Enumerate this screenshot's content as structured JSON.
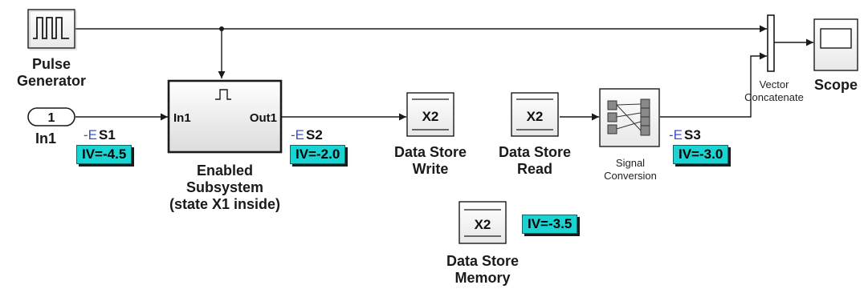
{
  "blocks": {
    "pulse_generator": {
      "label_line1": "Pulse",
      "label_line2": "Generator"
    },
    "in1": {
      "port_number": "1",
      "label": "In1"
    },
    "enabled_subsystem": {
      "port_in": "In1",
      "port_out": "Out1",
      "label_line1": "Enabled",
      "label_line2": "Subsystem",
      "label_line3": "(state X1 inside)"
    },
    "ds_write": {
      "variable": "X2",
      "label_line1": "Data Store",
      "label_line2": "Write"
    },
    "ds_read": {
      "variable": "X2",
      "label_line1": "Data Store",
      "label_line2": "Read"
    },
    "ds_memory": {
      "variable": "X2",
      "label_line1": "Data Store",
      "label_line2": "Memory",
      "iv": "IV=-3.5"
    },
    "signal_conversion": {
      "label_line1": "Signal",
      "label_line2": "Conversion"
    },
    "vector_concatenate": {
      "label_line1": "Vector",
      "label_line2": "Concatenate"
    },
    "scope": {
      "label": "Scope"
    }
  },
  "signals": {
    "s1": {
      "name": "S1",
      "iv": "IV=-4.5"
    },
    "s2": {
      "name": "S2",
      "iv": "IV=-2.0"
    },
    "s3": {
      "name": "S3",
      "iv": "IV=-3.0"
    }
  },
  "colors": {
    "badge": "#1ad4d4",
    "signal_marker": "#3a52c8",
    "line": "#1a1a1a"
  }
}
